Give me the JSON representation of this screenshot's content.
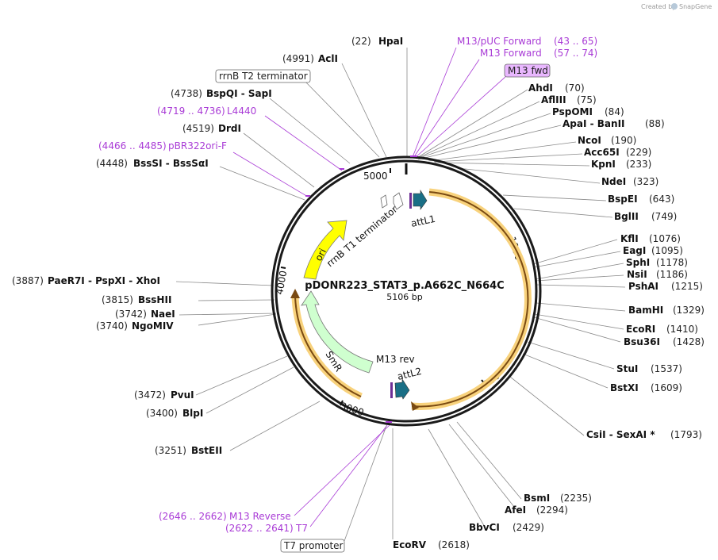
{
  "credit": {
    "created_by": "Created by",
    "app": "SnapGene"
  },
  "map": {
    "title": "pDONR223_STAT3_p.A662C_N664C",
    "length": "5106 bp",
    "ticks": [
      "1000",
      "2000",
      "3000",
      "4000",
      "5000"
    ]
  },
  "features": {
    "attL1": "attL1",
    "attL2": "attL2",
    "rrnB_T1": "rrnB T1 terminator",
    "ori": "ori",
    "SmR": "SmR",
    "M13rev": "M13 rev"
  },
  "right_labels": [
    {
      "text": "M13/pUC Forward",
      "pos": "(43 .. 65)"
    },
    {
      "text": "M13 Forward",
      "pos": "(57 .. 74)"
    },
    {
      "text": "M13 fwd"
    },
    {
      "text": "AhdI",
      "pos": "(70)"
    },
    {
      "text": "AflIII",
      "pos": "(75)"
    },
    {
      "text": "PspOMI",
      "pos": "(84)"
    },
    {
      "text": "ApaI  - BanII",
      "pos": "(88)"
    },
    {
      "text": "NcoI",
      "pos": "(190)"
    },
    {
      "text": "Acc65I",
      "pos": "(229)"
    },
    {
      "text": "KpnI",
      "pos": "(233)"
    },
    {
      "text": "NdeI",
      "pos": "(323)"
    },
    {
      "text": "BspEI",
      "pos": "(643)"
    },
    {
      "text": "BglII",
      "pos": "(749)"
    },
    {
      "text": "KflI",
      "pos": "(1076)"
    },
    {
      "text": "EagI",
      "pos": "(1095)"
    },
    {
      "text": "SphI",
      "pos": "(1178)"
    },
    {
      "text": "NsiI",
      "pos": "(1186)"
    },
    {
      "text": "PshAI",
      "pos": "(1215)"
    },
    {
      "text": "BamHI",
      "pos": "(1329)"
    },
    {
      "text": "EcoRI",
      "pos": "(1410)"
    },
    {
      "text": "Bsu36I",
      "pos": "(1428)"
    },
    {
      "text": "StuI",
      "pos": "(1537)"
    },
    {
      "text": "BstXI",
      "pos": "(1609)"
    },
    {
      "text": "CsiI  - SexAI *",
      "pos": "(1793)"
    },
    {
      "text": "BsmI",
      "pos": "(2235)"
    },
    {
      "text": "AfeI",
      "pos": "(2294)"
    },
    {
      "text": "BbvCI",
      "pos": "(2429)"
    },
    {
      "text": "EcoRV",
      "pos": "(2618)"
    }
  ],
  "left_labels": [
    {
      "text": "HpaI",
      "pos": "(22)"
    },
    {
      "text": "AclI",
      "pos": "(4991)"
    },
    {
      "text": "rrnB T2 terminator"
    },
    {
      "text": "BspQI  - SapI",
      "pos": "(4738)"
    },
    {
      "text": "L4440",
      "pos": "(4719 .. 4736)"
    },
    {
      "text": "DrdI",
      "pos": "(4519)"
    },
    {
      "text": "pBR322ori-F",
      "pos": "(4466 .. 4485)"
    },
    {
      "text": "BssSI  - BssSαI",
      "pos": "(4448)"
    },
    {
      "text": "PaeR7I  - PspXI  - XhoI",
      "pos": "(3887)"
    },
    {
      "text": "BssHII",
      "pos": "(3815)"
    },
    {
      "text": "NaeI",
      "pos": "(3742)"
    },
    {
      "text": "NgoMIV",
      "pos": "(3740)"
    },
    {
      "text": "PvuI",
      "pos": "(3472)"
    },
    {
      "text": "BlpI",
      "pos": "(3400)"
    },
    {
      "text": "BstEII",
      "pos": "(3251)"
    },
    {
      "text": "M13 Reverse",
      "pos": "(2646 .. 2662)"
    },
    {
      "text": "T7",
      "pos": "(2622 .. 2641)"
    },
    {
      "text": "T7 promoter"
    }
  ]
}
